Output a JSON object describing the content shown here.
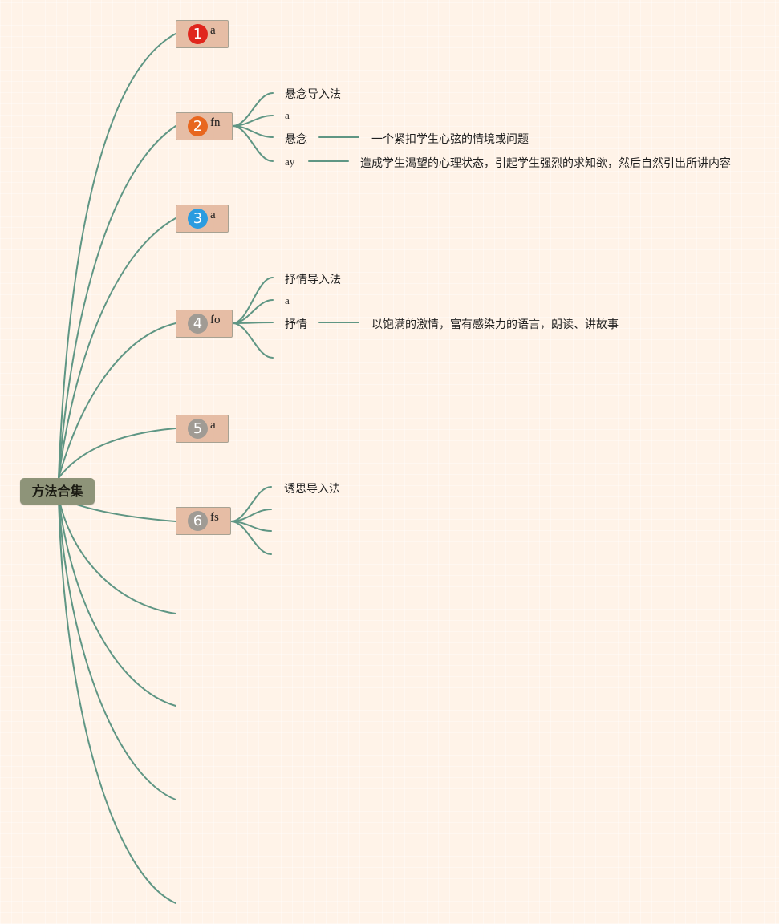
{
  "root": {
    "label": "方法合集"
  },
  "topics": [
    {
      "marker": "1",
      "marker_color": "#e0261d",
      "label": "a"
    },
    {
      "marker": "2",
      "marker_color": "#e8671f",
      "label": "fn"
    },
    {
      "marker": "3",
      "marker_color": "#2b9ce0",
      "label": "a"
    },
    {
      "marker": "4",
      "marker_color": "#a09b94",
      "label": "fo"
    },
    {
      "marker": "5",
      "marker_color": "#a09b94",
      "label": "a"
    },
    {
      "marker": "6",
      "marker_color": "#a09b94",
      "label": "fs"
    }
  ],
  "subtopics": {
    "t2": {
      "s1": "悬念导入法",
      "s2": "a",
      "s3": "悬念",
      "s3_detail": "一个紧扣学生心弦的情境或问题",
      "s4": "ay",
      "s4_detail": "造成学生渴望的心理状态，引起学生强烈的求知欲，然后自然引出所讲内容"
    },
    "t4": {
      "s1": "抒情导入法",
      "s2": "a",
      "s3": "抒情",
      "s3_detail": "以饱满的激情，富有感染力的语言，朗读、讲故事"
    },
    "t6": {
      "s1": "诱思导入法"
    }
  },
  "colors": {
    "background": "#fff3e8",
    "connector": "#5f9684",
    "root_fill": "#8e9479",
    "topic_fill": "#e6bda5"
  }
}
